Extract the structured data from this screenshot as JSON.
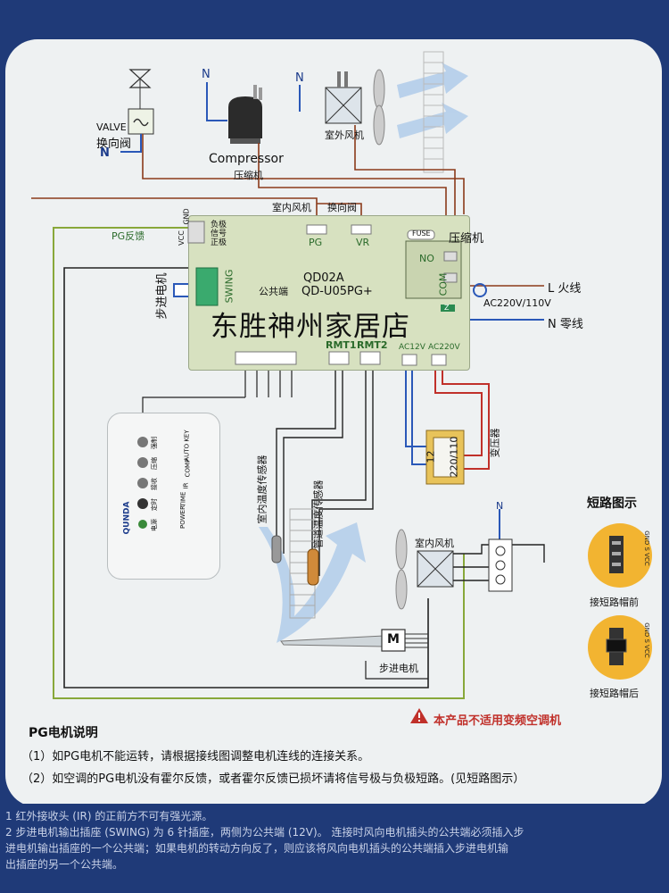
{
  "labels": {
    "valve_en": "VALVE",
    "valve_cn": "换向阀",
    "valve_n": "N",
    "compressor_n": "N",
    "compressor_en": "Compressor",
    "compressor_cn": "压缩机",
    "outdoor_fan_n": "N",
    "outdoor_fan": "室外风机",
    "indoor_fan_top": "室内风机",
    "reversing_valve_top": "换向阀",
    "pg": "PG",
    "vr": "VR",
    "fuse": "FUSE",
    "compressor_right": "压缩机",
    "no": "NO",
    "com": "COM",
    "pg_feedback": "PG反馈",
    "vcc": "VCC",
    "gnd": "GND",
    "neg": "负极",
    "signal": "信号",
    "pos": "正极",
    "swing": "SWING",
    "common": "公共端",
    "stepper_left": "步进电机",
    "model1": "QD02A",
    "model2": "QD-U05PG+",
    "live": "L  火线",
    "ac_in": "AC220V/110V",
    "neutral": "N  零线",
    "z": "Z",
    "shop_name": "东胜神州家居店",
    "rmt1": "RMT1",
    "rmt2": "RMT2",
    "ac12": "AC12V",
    "ac220": "AC220V",
    "room_sensor": "室内温度传感器",
    "pipe_sensor": "管道温度传感器",
    "t12": "12",
    "t220": "220/110",
    "transformer": "变压器",
    "n_bottom": "N",
    "indoor_fan_bottom": "室内风机",
    "motor_m": "M",
    "stepper_bottom": "步进电机",
    "short_title": "短路图示",
    "short_before": "接短路帽前",
    "short_after": "接短路帽后",
    "warning": "本产品不适用变频空调机",
    "brand": "QUNDA",
    "r_power": "POWER",
    "r_time": "TIME",
    "r_ir": "IR",
    "r_comp": "COMP",
    "r_auto": "AUTO KEY",
    "r_power_cn": "电源",
    "r_time_cn": "定时",
    "r_ir_cn": "接收",
    "r_comp_cn": "压缩",
    "r_auto_cn": "强制",
    "cap_text": "GND S VCC"
  },
  "notes": {
    "title": "PG电机说明",
    "line1": "（1）如PG电机不能运转，请根据接线图调整电机连线的连接关系。",
    "line2": "（2）如空调的PG电机没有霍尔反馈，或者霍尔反馈已损坏请将信号极与负极短路。(见短路图示）"
  },
  "footer": {
    "line1": "1  红外接收头 (IR) 的正前方不可有强光源。",
    "line2": "2  步进电机输出插座 (SWING) 为 6 针插座，两侧为公共端 (12V)。 连接时风向电机插头的公共端必须插入步",
    "line3": "   进电机输出插座的一个公共端；如果电机的转动方向反了，则应该将风向电机插头的公共端插入步进电机输",
    "line4": "   出插座的另一个公共端。"
  },
  "colors": {
    "brown_wire": "#8b3a1a",
    "blue_wire": "#2a58b8",
    "red_wire": "#c0302a",
    "green_wire": "#88a83a",
    "board": "#d7e1c0",
    "cap": "#f2b431",
    "warning": "#c0302a",
    "background": "#1f3a78"
  }
}
